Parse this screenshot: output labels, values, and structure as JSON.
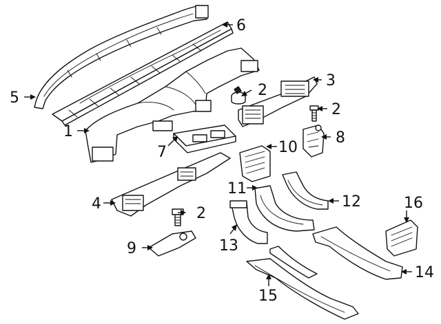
{
  "diagram": {
    "callouts": [
      {
        "id": "c1",
        "label": "1"
      },
      {
        "id": "c2a",
        "label": "2"
      },
      {
        "id": "c2b",
        "label": "2"
      },
      {
        "id": "c2c",
        "label": "2"
      },
      {
        "id": "c3",
        "label": "3"
      },
      {
        "id": "c4",
        "label": "4"
      },
      {
        "id": "c5",
        "label": "5"
      },
      {
        "id": "c6",
        "label": "6"
      },
      {
        "id": "c7",
        "label": "7"
      },
      {
        "id": "c8",
        "label": "8"
      },
      {
        "id": "c9",
        "label": "9"
      },
      {
        "id": "c10",
        "label": "10"
      },
      {
        "id": "c11",
        "label": "11"
      },
      {
        "id": "c12",
        "label": "12"
      },
      {
        "id": "c13",
        "label": "13"
      },
      {
        "id": "c14",
        "label": "14"
      },
      {
        "id": "c15",
        "label": "15"
      },
      {
        "id": "c16",
        "label": "16"
      }
    ]
  }
}
